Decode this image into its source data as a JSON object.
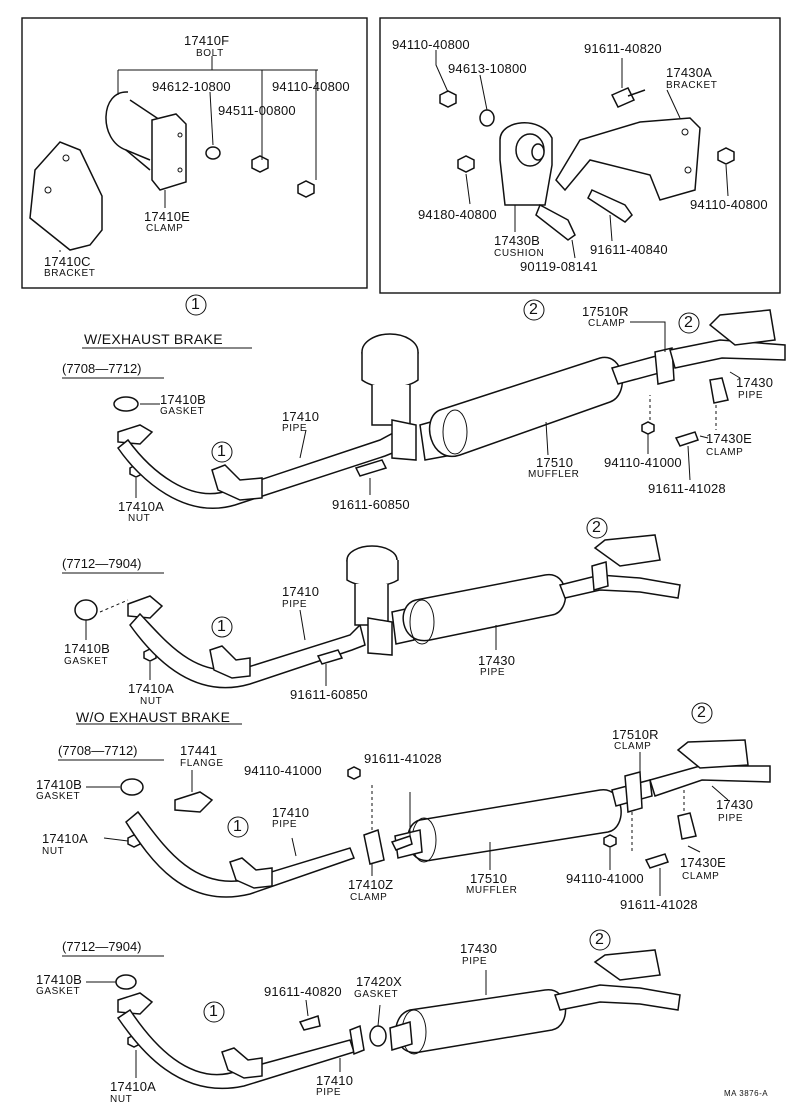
{
  "box1": {
    "bolt_num": "17410F",
    "bolt_sub": "BOLT",
    "p1": "94612-10800",
    "p2": "94511-00800",
    "p3": "94110-40800",
    "clamp_num": "17410E",
    "clamp_sub": "CLAMP",
    "bracket_num": "17410C",
    "bracket_sub": "BRACKET"
  },
  "box2": {
    "p1": "94110-40800",
    "p2": "94613-10800",
    "p3": "91611-40820",
    "bracket_num": "17430A",
    "bracket_sub": "BRACKET",
    "p4": "94110-40800",
    "p5": "94180-40800",
    "cushion_num": "17430B",
    "cushion_sub": "CUSHION",
    "p6": "91611-40840",
    "p7": "90119-08141"
  },
  "circle1": "1",
  "circle2": "2",
  "sec1": {
    "heading": "W/EXHAUST BRAKE",
    "range": "(7708—7712)",
    "gasket_num": "17410B",
    "gasket_sub": "GASKET",
    "pipe_num": "17410",
    "pipe_sub": "PIPE",
    "nut_num": "17410A",
    "nut_sub": "NUT",
    "bolt": "91611-60850",
    "muffler_num": "17510",
    "muffler_sub": "MUFFLER",
    "clamp_num": "17510R",
    "clamp_sub": "CLAMP",
    "tail_num": "17430",
    "tail_sub": "PIPE",
    "clampE_num": "17430E",
    "clampE_sub": "CLAMP",
    "nut2": "94110-41000",
    "bolt2": "91611-41028"
  },
  "sec2": {
    "range": "(7712—7904)",
    "gasket_num": "17410B",
    "gasket_sub": "GASKET",
    "pipe_num": "17410",
    "pipe_sub": "PIPE",
    "nut_num": "17410A",
    "nut_sub": "NUT",
    "bolt": "91611-60850",
    "tail_num": "17430",
    "tail_sub": "PIPE"
  },
  "sec3": {
    "heading": "W/O EXHAUST BRAKE",
    "range": "(7708—7712)",
    "gasket_num": "17410B",
    "gasket_sub": "GASKET",
    "flange_num": "17441",
    "flange_sub": "FLANGE",
    "nut_num": "17410A",
    "nut_sub": "NUT",
    "pipe_num": "17410",
    "pipe_sub": "PIPE",
    "nut2": "94110-41000",
    "bolt2": "91611-41028",
    "clampZ_num": "17410Z",
    "clampZ_sub": "CLAMP",
    "muffler_num": "17510",
    "muffler_sub": "MUFFLER",
    "clamp_num": "17510R",
    "clamp_sub": "CLAMP",
    "tail_num": "17430",
    "tail_sub": "PIPE",
    "clampE_num": "17430E",
    "clampE_sub": "CLAMP",
    "nut3": "94110-41000",
    "bolt3": "91611-41028"
  },
  "sec4": {
    "range": "(7712—7904)",
    "gasket_num": "17410B",
    "gasket_sub": "GASKET",
    "bolt": "91611-40820",
    "gasketX_num": "17420X",
    "gasketX_sub": "GASKET",
    "muffler_num": "17430",
    "muffler_sub": "PIPE",
    "nut_num": "17410A",
    "nut_sub": "NUT",
    "pipe_num": "17410",
    "pipe_sub": "PIPE"
  },
  "footer_code": "MA 3876-A"
}
